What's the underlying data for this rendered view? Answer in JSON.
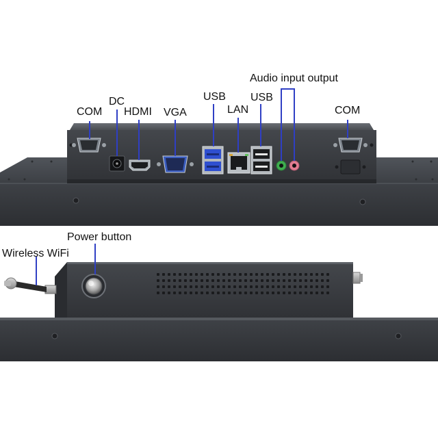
{
  "image": {
    "accent_color": "#2f3fc4",
    "panel_color": "#3a3d42",
    "background": "#ffffff"
  },
  "rear_view": {
    "labels": {
      "com_left": "COM",
      "dc": "DC",
      "hdmi": "HDMI",
      "vga": "VGA",
      "usb_left": "USB",
      "lan": "LAN",
      "usb_right": "USB",
      "audio": "Audio input output",
      "com_right": "COM"
    }
  },
  "side_view": {
    "labels": {
      "power_button": "Power button",
      "wireless_wifi": "Wireless WiFi"
    }
  }
}
